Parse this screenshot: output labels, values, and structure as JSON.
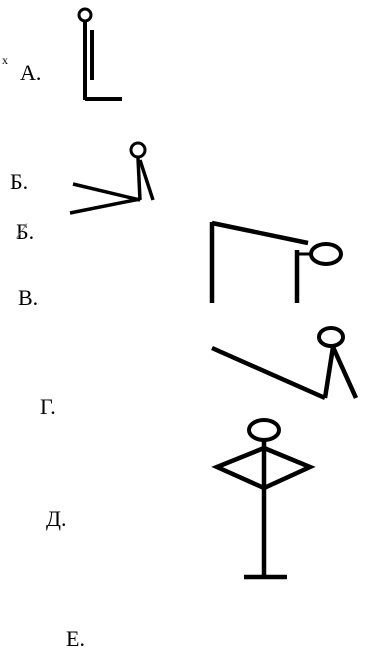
{
  "stray_mark": "x",
  "labels": {
    "a": "А.",
    "b": "Б.",
    "b2": "Б.",
    "v": "В.",
    "g": "Г.",
    "d": "Д.",
    "e": "Е."
  },
  "figures": [
    "pose-a",
    "pose-b",
    "pose-v",
    "pose-g",
    "pose-d"
  ]
}
